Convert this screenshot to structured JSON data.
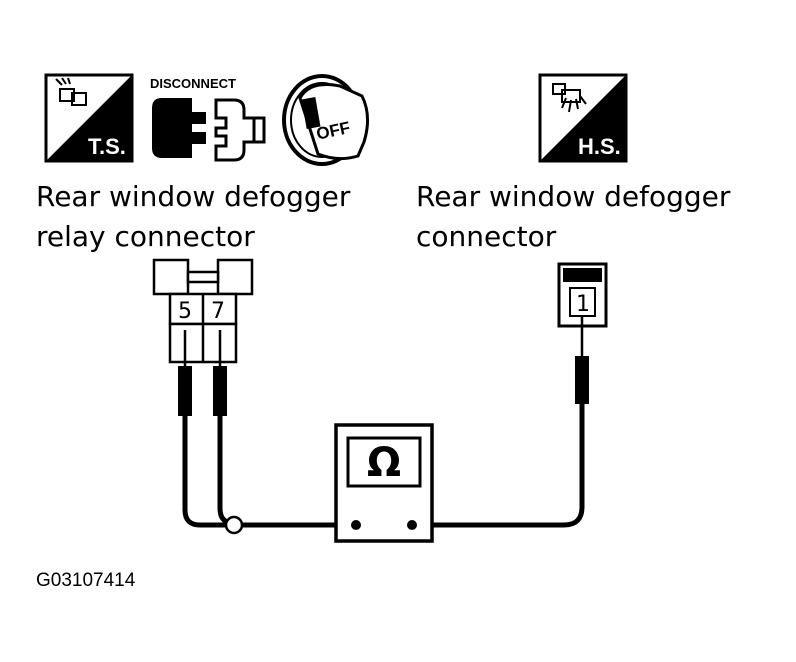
{
  "icons": {
    "ts_badge": {
      "icon": "ts-diagnosis-icon",
      "text": "T.S."
    },
    "disconnect": {
      "icon": "disconnect-connector-icon",
      "text": "DISCONNECT"
    },
    "ignition": {
      "icon": "ignition-key-off-icon",
      "text": "OFF"
    },
    "hs_badge": {
      "icon": "hs-diagnosis-icon",
      "text": "H.S."
    }
  },
  "labels": {
    "relay_connector_line1": "Rear window defogger",
    "relay_connector_line2": "relay connector",
    "defogger_connector_line1": "Rear window defogger",
    "defogger_connector_line2": "connector"
  },
  "relay_connector": {
    "pins": [
      "5",
      "7"
    ]
  },
  "defogger_connector": {
    "pins": [
      "1"
    ]
  },
  "meter": {
    "symbol": "Ω",
    "icon": "ohmmeter-icon"
  },
  "figure_code": "G03107414"
}
